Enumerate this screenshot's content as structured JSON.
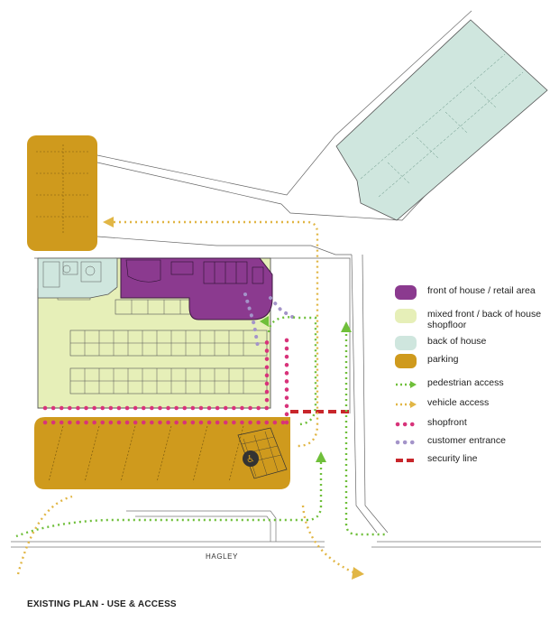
{
  "legend": {
    "items": [
      {
        "kind": "area",
        "label": "front of house / retail area",
        "color": "#8b3a8f"
      },
      {
        "kind": "area",
        "label": "mixed front / back of house shopfloor",
        "color": "#e6efb8"
      },
      {
        "kind": "area",
        "label": "back of house",
        "color": "#cfe6de"
      },
      {
        "kind": "area",
        "label": "parking",
        "color": "#cf9a1d"
      },
      {
        "kind": "line",
        "label": "pedestrian access",
        "color": "#6fbf3a"
      },
      {
        "kind": "line",
        "label": "vehicle access",
        "color": "#e1b645"
      },
      {
        "kind": "line",
        "label": "shopfront",
        "color": "#d8337a"
      },
      {
        "kind": "line",
        "label": "customer entrance",
        "color": "#a494c9"
      },
      {
        "kind": "line",
        "label": "security line",
        "color": "#c8262b"
      }
    ]
  },
  "street_name": "HAGLEY",
  "caption": "EXISTING PLAN - USE & ACCESS"
}
